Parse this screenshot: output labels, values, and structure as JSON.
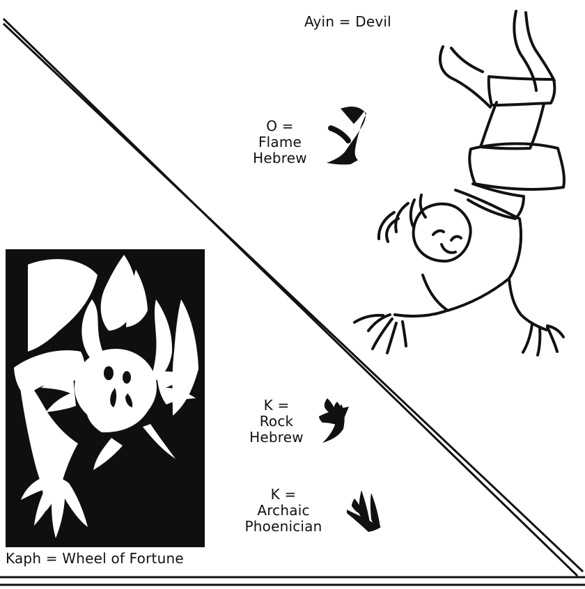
{
  "colors": {
    "ink": "#111111",
    "paper": "#ffffff"
  },
  "labels": {
    "ayin_devil": "Ayin = Devil",
    "flame_hebrew": {
      "line1": "O =",
      "line2": "Flame",
      "line3": "Hebrew"
    },
    "rock_hebrew": {
      "line1": "K =",
      "line2": "Rock",
      "line3": "Hebrew"
    },
    "archaic_phoenician": {
      "line1": "K =",
      "line2": "Archaic",
      "line3": "Phoenician"
    },
    "kaph_wheel": "Kaph = Wheel of Fortune"
  },
  "icons": {
    "ayin_glyph": "hebrew-ayin-icon",
    "rock_kaph_glyph": "rock-hebrew-kaph-icon",
    "phoenician_kaph_glyph": "archaic-phoenician-kaph-icon",
    "falling_figure": "falling-figure-illustration",
    "wheel_card": "wheel-of-fortune-card-illustration"
  }
}
